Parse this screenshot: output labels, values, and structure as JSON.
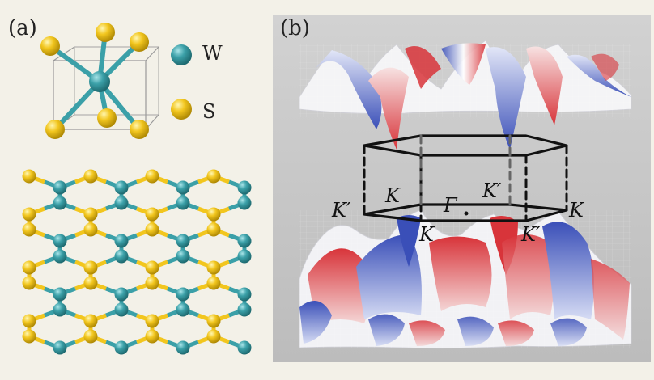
{
  "panels": {
    "a_label": "(a)",
    "b_label": "(b)"
  },
  "legend": {
    "w_label": "W",
    "s_label": "S",
    "w_color": "#3ba0a8",
    "s_color": "#f2c61e"
  },
  "brillouin_zone": {
    "gamma": "Γ",
    "k1": "K",
    "k2": "K",
    "k3": "K",
    "kp1": "K′",
    "kp2": "K′",
    "kp3": "K′"
  },
  "colors": {
    "panel_b_background": "#c8c8c8",
    "band_red": "#d8343a",
    "band_blue": "#3a4fb8",
    "band_white": "#ffffff",
    "page_background": "#f3f1e8"
  }
}
